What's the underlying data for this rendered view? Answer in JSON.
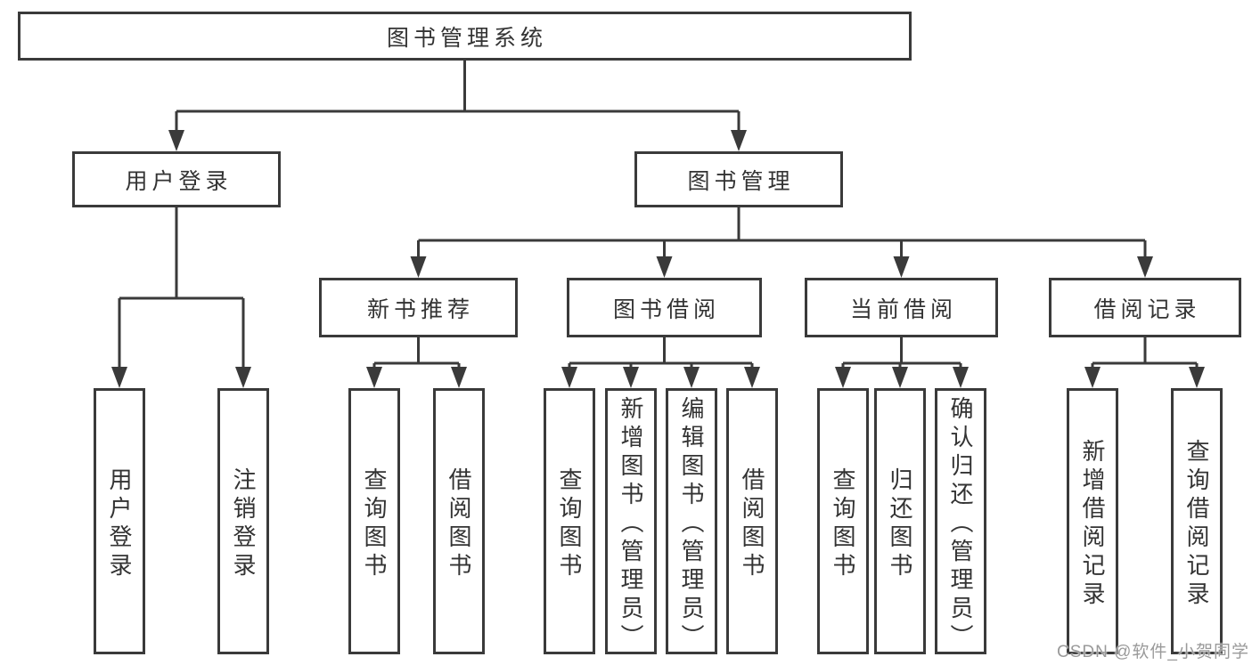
{
  "diagram_type": "function-structure-tree",
  "colors": {
    "line": "#3a3a3a",
    "text": "#333333",
    "watermark": "#9a9a9a",
    "background": "#ffffff"
  },
  "tree": {
    "label": "图书管理系统",
    "children": [
      {
        "label": "用户登录",
        "children": [
          {
            "label": "用户登录"
          },
          {
            "label": "注销登录"
          }
        ]
      },
      {
        "label": "图书管理",
        "children": [
          {
            "label": "新书推荐",
            "children": [
              {
                "label": "查询图书"
              },
              {
                "label": "借阅图书"
              }
            ]
          },
          {
            "label": "图书借阅",
            "children": [
              {
                "label": "查询图书"
              },
              {
                "label": "新增图书（管理员）"
              },
              {
                "label": "编辑图书（管理员）"
              },
              {
                "label": "借阅图书"
              }
            ]
          },
          {
            "label": "当前借阅",
            "children": [
              {
                "label": "查询图书"
              },
              {
                "label": "归还图书"
              },
              {
                "label": "确认归还（管理员）"
              }
            ]
          },
          {
            "label": "借阅记录",
            "children": [
              {
                "label": "新增借阅记录"
              },
              {
                "label": "查询借阅记录"
              }
            ]
          }
        ]
      }
    ]
  },
  "watermark": {
    "text": "CSDN @软件_小贺同学"
  }
}
